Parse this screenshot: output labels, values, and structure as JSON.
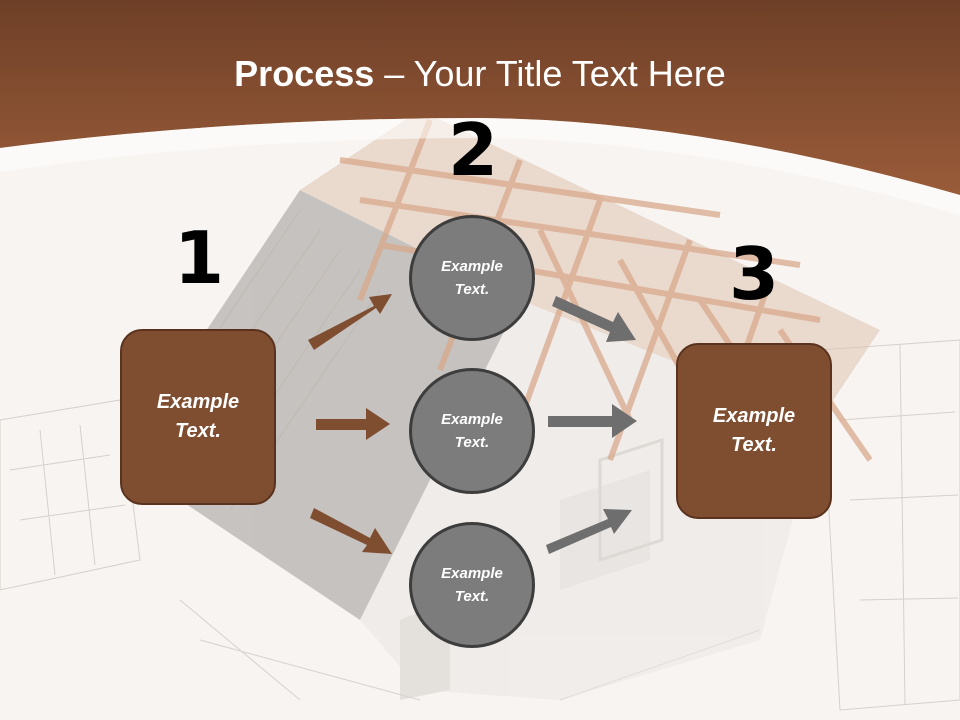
{
  "title": {
    "bold": "Process",
    "dash": " – ",
    "rest": "Your Title Text Here"
  },
  "steps": {
    "one": "1",
    "two": "2",
    "three": "3"
  },
  "left_box": {
    "line1": "Example",
    "line2": "Text."
  },
  "circles": [
    {
      "line1": "Example",
      "line2": "Text."
    },
    {
      "line1": "Example",
      "line2": "Text."
    },
    {
      "line1": "Example",
      "line2": "Text."
    }
  ],
  "right_box": {
    "line1": "Example",
    "line2": "Text."
  },
  "colors": {
    "header_brown": "#8f5434",
    "box_brown": "#7f4d30",
    "circle_gray": "#7c7c7c",
    "arrow_brown": "#7f4d30",
    "arrow_gray": "#6e6e6e"
  }
}
